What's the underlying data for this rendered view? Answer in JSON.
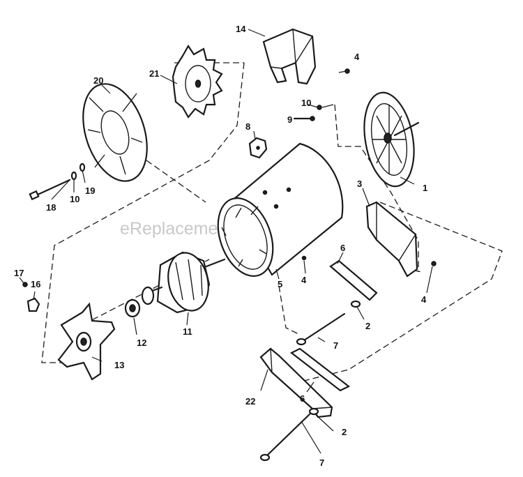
{
  "watermark": "eReplacementParts.com",
  "callouts": {
    "c14": "14",
    "c4a": "4",
    "c21": "21",
    "c20": "20",
    "c10a": "10",
    "c9": "9",
    "c8": "8",
    "c18": "18",
    "c10b": "10",
    "c19": "19",
    "c1": "1",
    "c3": "3",
    "c6a": "6",
    "c5": "5",
    "c4b": "4",
    "c4c": "4",
    "c17": "17",
    "c16": "16",
    "c11": "11",
    "c12": "12",
    "c2a": "2",
    "c7a": "7",
    "c13": "13",
    "c22": "22",
    "c6b": "6",
    "c2b": "2",
    "c7b": "7"
  }
}
